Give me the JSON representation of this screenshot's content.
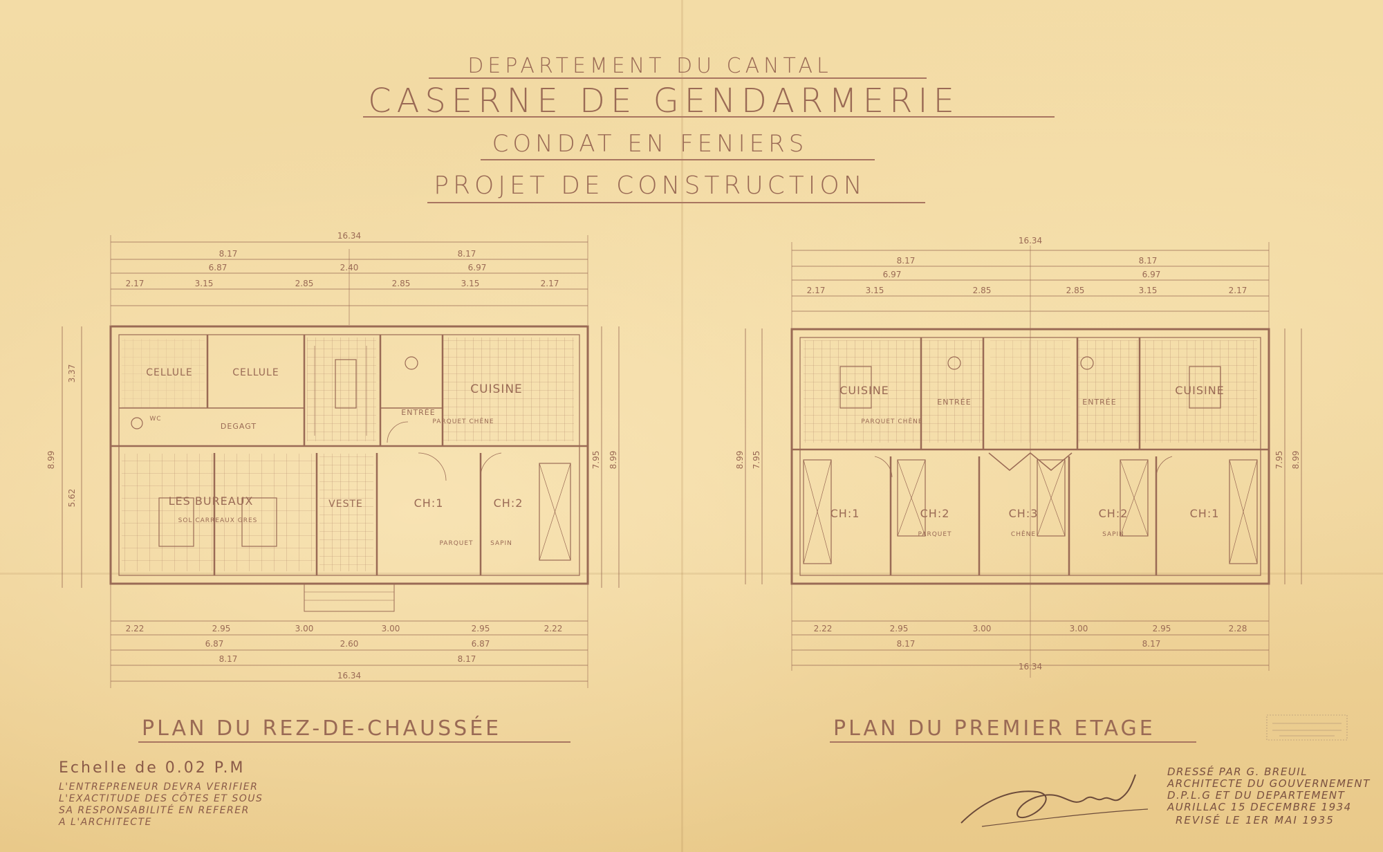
{
  "title": {
    "line1": "Departement du Cantal",
    "line2": "Caserne de Gendarmerie",
    "line3": "Condat en Feniers",
    "line4": "Projet de Construction"
  },
  "plans": {
    "ground": {
      "label": "Plan du Rez-de-Chaussée",
      "rooms": [
        "CELLULE",
        "CELLULE",
        "CUISINE",
        "LES BUREAUX",
        "VESTE",
        "CH:1",
        "CH:2",
        "ENTRÉE",
        "DEGAGT",
        "WC"
      ],
      "floor_notes": [
        "SOL CARREAUX GRES",
        "PARQUET CHÊNE",
        "PARQUET",
        "SAPIN"
      ],
      "dims_top": [
        "16.34",
        "8.17",
        "8.17",
        "6.87",
        "2.40",
        "6.97",
        "2.17",
        "3.15",
        "2.85",
        "2.85",
        "3.15",
        "2.17"
      ],
      "dims_bottom": [
        "2.22",
        "2.95",
        "3.00",
        "3.00",
        "2.95",
        "2.22",
        "6.87",
        "2.60",
        "6.87",
        "8.17",
        "8.17",
        "16.34"
      ],
      "dims_side": [
        "8.99",
        "3.37",
        "5.62",
        "7.95",
        "8.99"
      ]
    },
    "first": {
      "label": "Plan du Premier Etage",
      "rooms": [
        "CUISINE",
        "CUISINE",
        "ENTRÉE",
        "ENTRÉE",
        "CH:1",
        "CH:2",
        "CH:3",
        "CH:2",
        "CH:1"
      ],
      "floor_notes": [
        "PARQUET CHÊNE",
        "PARQUET",
        "CHÊNE",
        "SAPIN"
      ],
      "dims_top": [
        "16.34",
        "8.17",
        "8.17",
        "6.97",
        "6.97",
        "2.17",
        "3.15",
        "2.85",
        "2.85",
        "3.15",
        "2.17"
      ],
      "dims_bottom": [
        "2.22",
        "2.95",
        "3.00",
        "3.00",
        "2.95",
        "2.28",
        "8.17",
        "8.17",
        "16.34"
      ],
      "dims_side": [
        "8.99",
        "7.95",
        "7.95",
        "8.99"
      ]
    }
  },
  "scale": "Echelle de 0.02 P.M",
  "note": [
    "L'entrepreneur devra verifier",
    "l'exactitude des côtes et sous",
    "sa responsabilité en referer",
    "a l'architecte"
  ],
  "author": [
    "Dressé par G. Breuil",
    "Architecte du Gouvernement",
    "D.P.L.G et du Departement",
    "Aurillac 15 Decembre 1934"
  ],
  "revision": "Revisé le 1er Mai 1935",
  "colors": {
    "ink": "#9a6a55",
    "paper": "#f0d9a2"
  }
}
